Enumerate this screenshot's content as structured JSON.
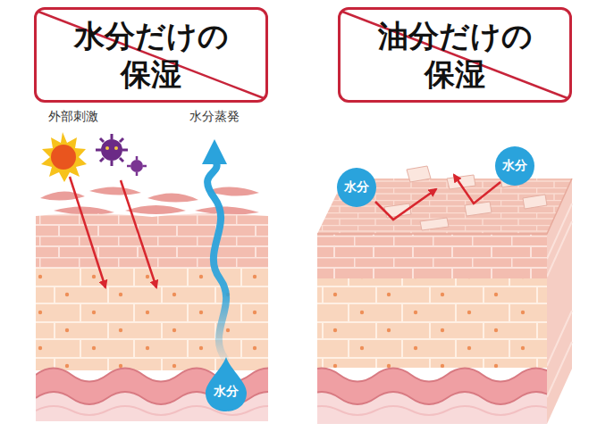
{
  "diagram": {
    "nodes": [
      {
        "text": [
          "水分だけの 保湿"
        ]
      },
      {
        "text": [
          "油分だけの 保湿"
        ]
      },
      {
        "text": [
          "水分"
        ]
      },
      {
        "text": [
          "水分"
        ]
      },
      {
        "text": [
          "水分"
        ]
      }
    ],
    "labels": [
      "外部刺激",
      "水分蒸発"
    ]
  }
}
